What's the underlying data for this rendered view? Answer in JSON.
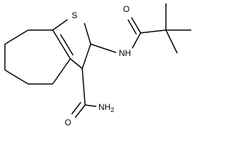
{
  "molecule": {
    "atoms": {
      "sulfur": "S",
      "oxygen_amide_top": "O",
      "nh_amide": "NH",
      "oxygen_carboxamide": "O",
      "nh2": "NH",
      "nh2_subscript": "2"
    }
  },
  "colors": {
    "bond": "#000000",
    "label": "#000000",
    "background": "#ffffff"
  }
}
